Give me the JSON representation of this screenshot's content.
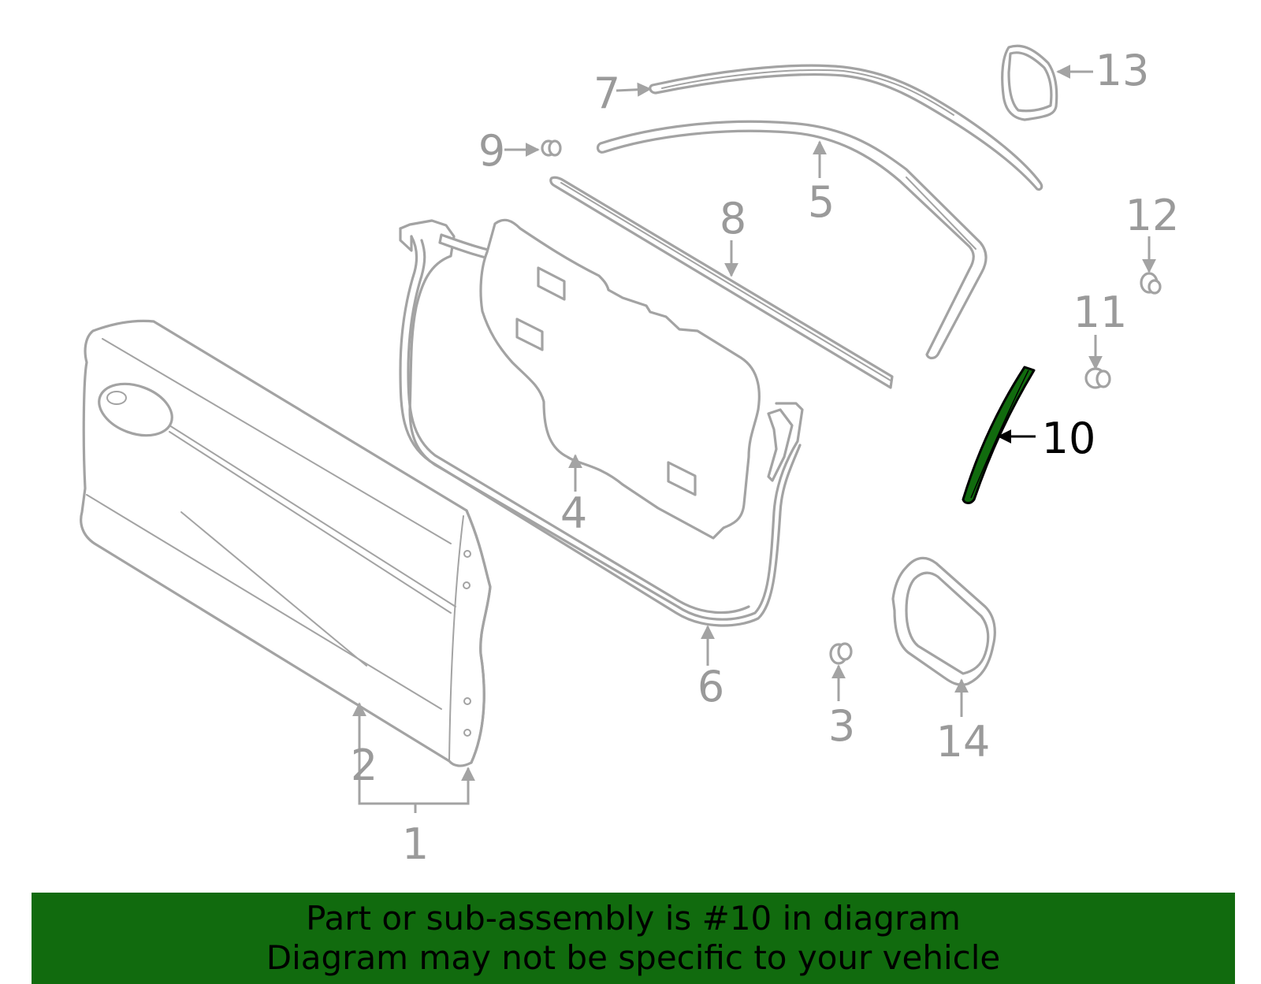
{
  "colors": {
    "part_stroke": "#a3a3a3",
    "label_gray": "#9a9a9a",
    "highlight_fill": "#116b0e",
    "banner_bg": "#116b0e",
    "banner_text": "#000000"
  },
  "callouts": {
    "c1": "1",
    "c2": "2",
    "c3": "3",
    "c4": "4",
    "c5": "5",
    "c6": "6",
    "c7": "7",
    "c8": "8",
    "c9": "9",
    "c10": "10",
    "c11": "11",
    "c12": "12",
    "c13": "13",
    "c14": "14"
  },
  "highlighted_part": "10",
  "banner": {
    "line1": "Part or sub-assembly is #10 in diagram",
    "line2": "Diagram may not be specific to your vehicle"
  }
}
